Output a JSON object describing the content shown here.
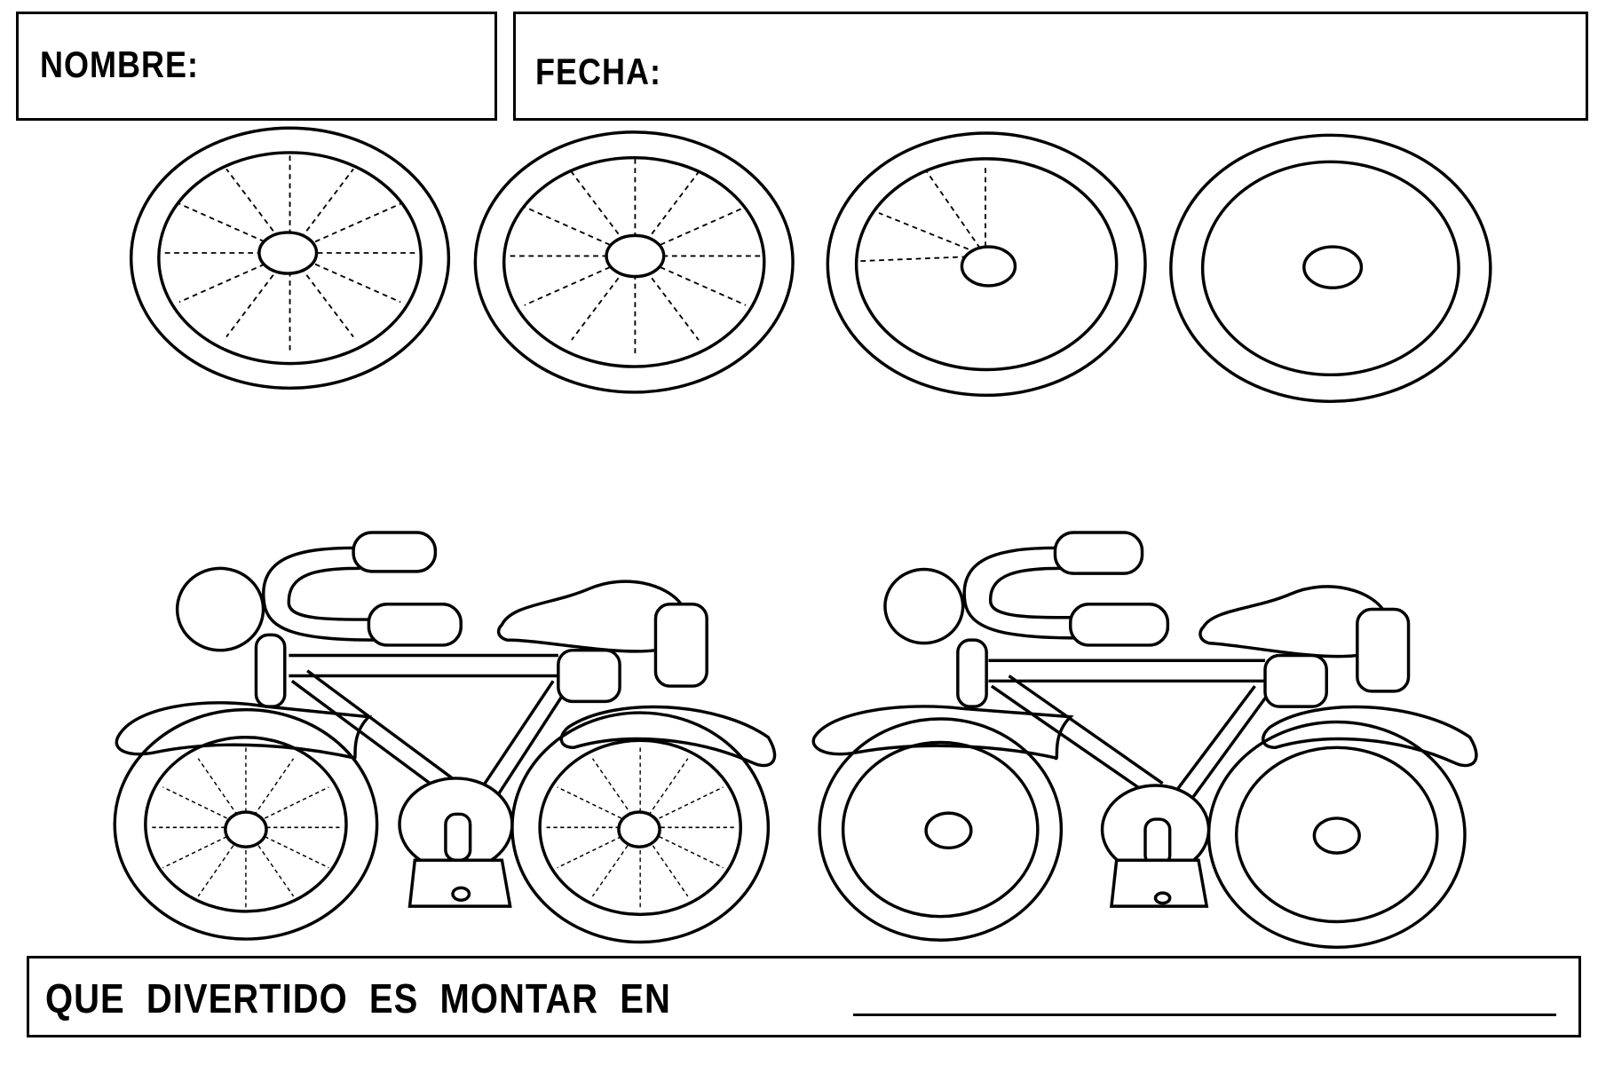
{
  "header": {
    "name_label": "NOMBRE:",
    "date_label": "FECHA:"
  },
  "footer": {
    "sentence": "QUE  DIVERTIDO  ES  MONTAR  EN"
  },
  "colors": {
    "ink": "#000000",
    "paper": "#ffffff"
  }
}
